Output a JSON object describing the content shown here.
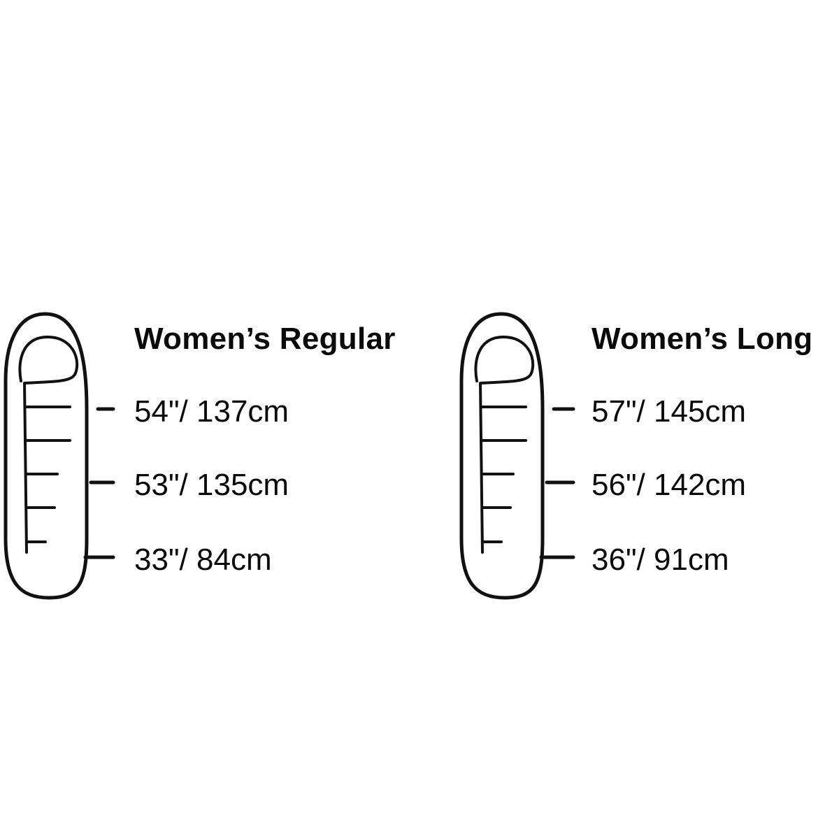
{
  "sizes": [
    {
      "name": "Women’s Regular",
      "measurements": [
        "54\"/ 137cm",
        "53\"/ 135cm",
        "33\"/ 84cm"
      ]
    },
    {
      "name": "Women’s Long",
      "measurements": [
        "57\"/ 145cm",
        "56\"/ 142cm",
        "36\"/ 91cm"
      ]
    }
  ],
  "icon": "mummy-sleeping-bag-icon",
  "colors": {
    "ink": "#111111",
    "background": "#ffffff"
  }
}
